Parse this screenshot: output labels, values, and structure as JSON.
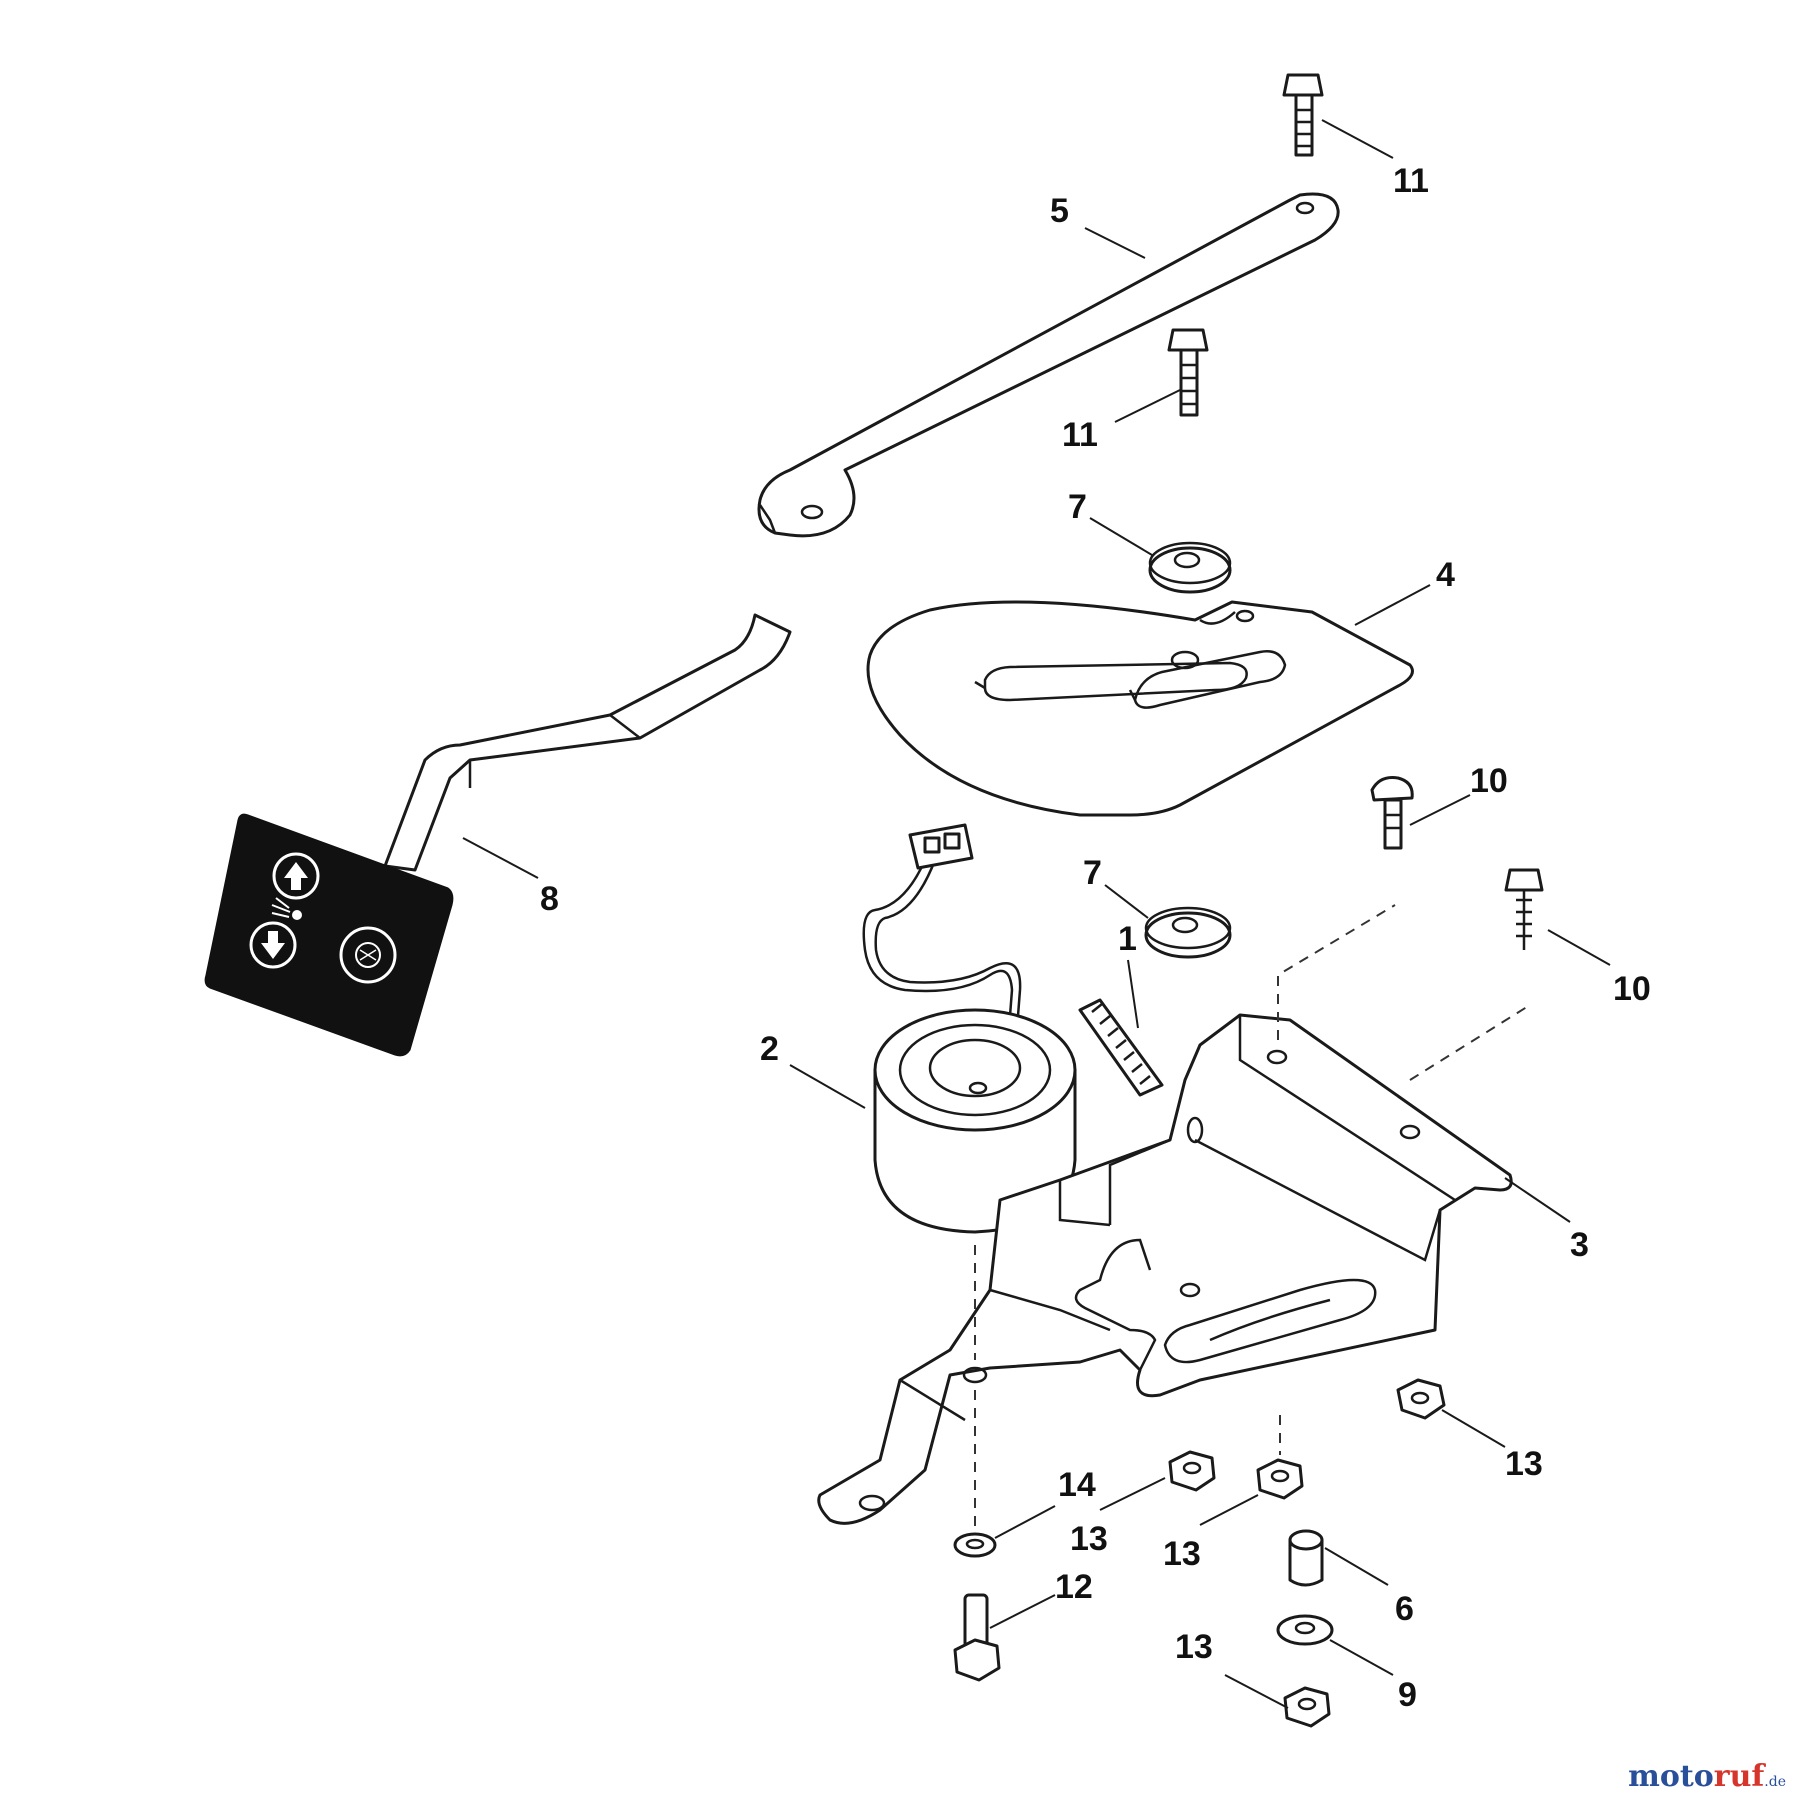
{
  "callouts": {
    "c1": "1",
    "c2": "2",
    "c3": "3",
    "c4": "4",
    "c5": "5",
    "c6": "6",
    "c7a": "7",
    "c7b": "7",
    "c8": "8",
    "c9": "9",
    "c10a": "10",
    "c10b": "10",
    "c11a": "11",
    "c11b": "11",
    "c12": "12",
    "c13a": "13",
    "c13b": "13",
    "c13c": "13",
    "c13d": "13",
    "c14": "14"
  },
  "watermark": {
    "part1": "moto",
    "part2": "ruf",
    "part3": ".de"
  }
}
